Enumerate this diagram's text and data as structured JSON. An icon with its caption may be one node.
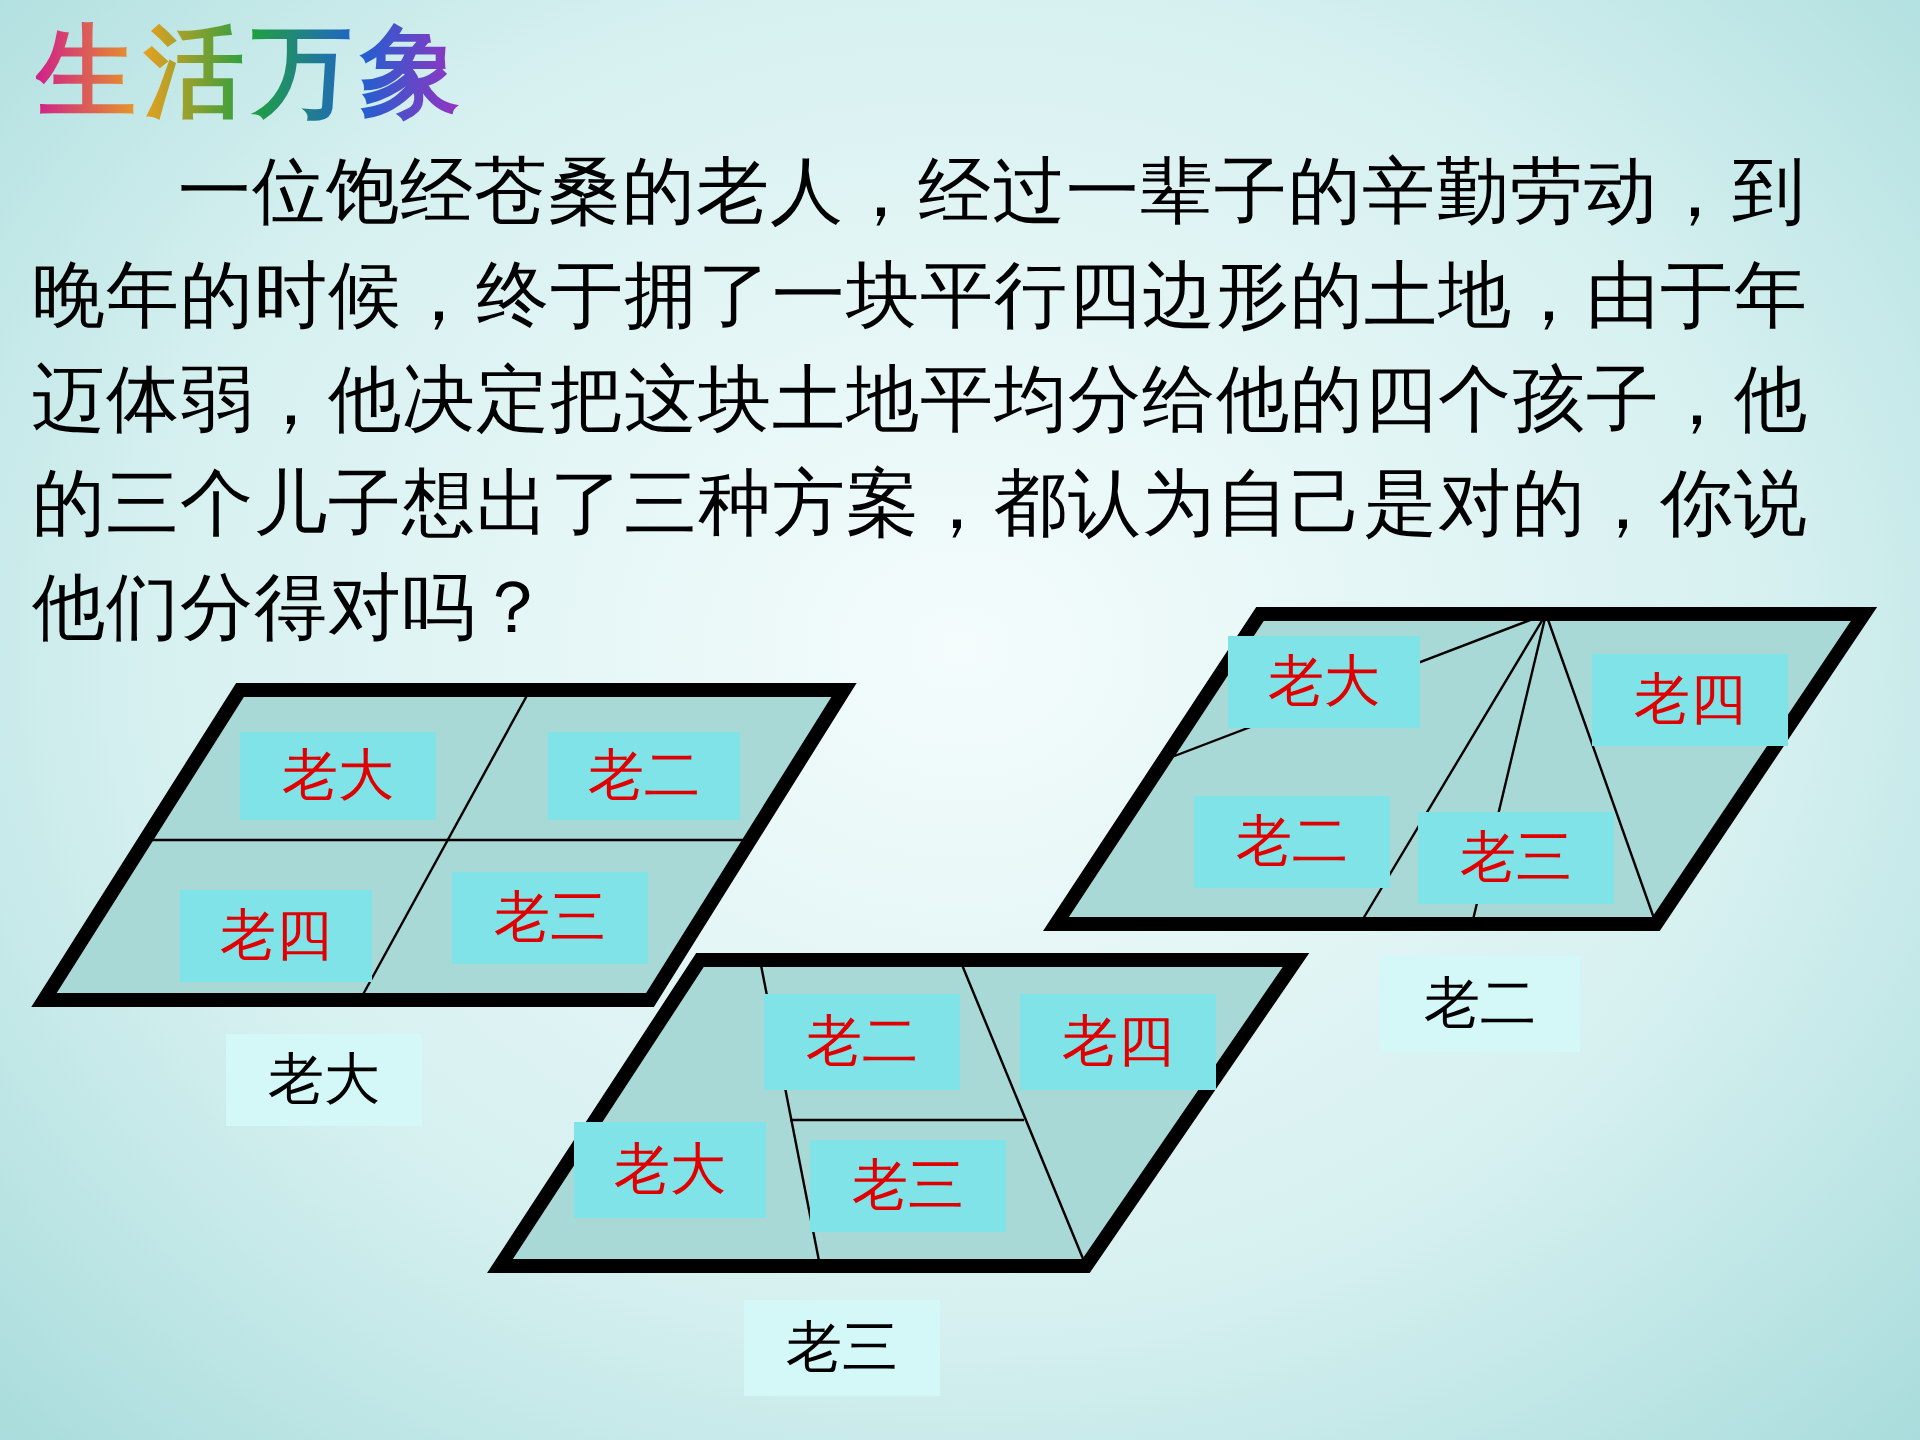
{
  "diagram": {
    "title": "生活万象",
    "nodes": [
      {
        "text": [],
        "shape": "parallelogram",
        "beside": [
          "老大"
        ]
      },
      {
        "text": [
          "老大"
        ],
        "in": 0
      },
      {
        "text": [
          "老二"
        ],
        "in": 0
      },
      {
        "text": [
          "老四"
        ],
        "in": 0
      },
      {
        "text": [
          "老三"
        ],
        "in": 0
      },
      {
        "text": [],
        "shape": "parallelogram",
        "beside": [
          "老二"
        ]
      },
      {
        "text": [
          "老大"
        ],
        "in": 5
      },
      {
        "text": [
          "老四"
        ],
        "in": 5
      },
      {
        "text": [
          "老二"
        ],
        "in": 5
      },
      {
        "text": [
          "老三"
        ],
        "in": 5
      },
      {
        "text": [],
        "shape": "parallelogram",
        "beside": [
          "老三"
        ]
      },
      {
        "text": [
          "老二"
        ],
        "in": 10
      },
      {
        "text": [
          "老四"
        ],
        "in": 10
      },
      {
        "text": [
          "老大"
        ],
        "in": 10
      },
      {
        "text": [
          "老三"
        ],
        "in": 10
      }
    ],
    "edges": [],
    "labels": [
      "一位饱经苍桑的老人，经过一辈子的辛勤劳动，到晚年的时候，终于拥了一块平行四边形的土地，由于年迈体弱，他决定把这块土地平均分给他的四个孩子，他的三个儿子想出了三种方案，都认为自己是对的，你说他们分得对吗？"
    ]
  }
}
